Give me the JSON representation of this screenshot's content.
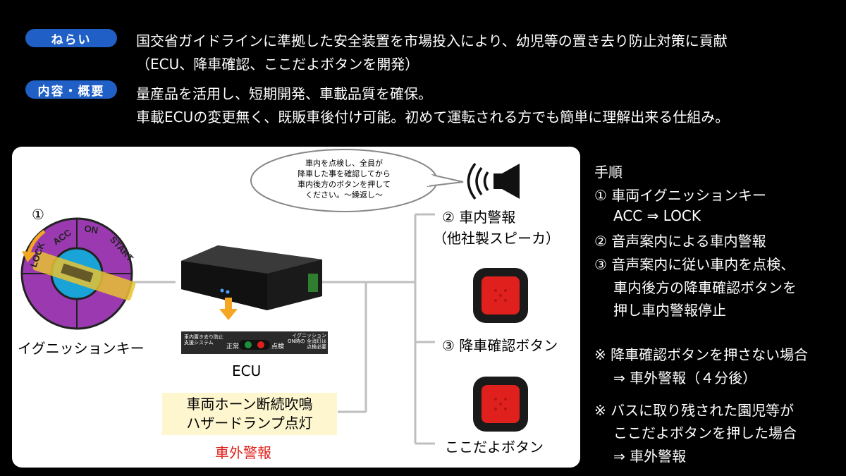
{
  "header": {
    "aim_tag": "ねらい",
    "aim_lines": [
      "国交省ガイドラインに準拠した安全装置を市場投入により、幼児等の置き去り防止対策に貢献",
      "（ECU、降車確認、ここだよボタンを開発）"
    ],
    "content_tag": "内容・概要",
    "content_lines": [
      "量産品を活用し、短期開発、車載品質を確保。",
      "車載ECUの変更無く、既販車後付け可能。初めて運転される方でも簡単に理解出来る仕組み。"
    ]
  },
  "diagram": {
    "step1_marker": "①",
    "key_labels": {
      "lock": "LOCK",
      "acc": "ACC",
      "on": "ON",
      "start": "START"
    },
    "ignition_label": "イグニッションキー",
    "ecu_label": "ECU",
    "ecu_panel": {
      "left_text": "車内置き去り防止 支援システム",
      "normal": "正常",
      "check": "点検",
      "right_text": "イグニッションON時の 全消灯は点検必要"
    },
    "speech_bubble": [
      "車内を点検し、全員が",
      "降車した事を確認してから",
      "車内後方のボタンを押して",
      "ください。～繰返し～"
    ],
    "alarm_label": [
      "② 車内警報",
      "（他社製スピーカ）"
    ],
    "button3_label": "③ 降車確認ボタン",
    "koko_label": "ここだよボタン",
    "horn_box": [
      "車両ホーン断続吹鳴",
      "ハザードランプ点灯"
    ],
    "external_alarm": "車外警報",
    "colors": {
      "accent_blue": "#1f5fc6",
      "alarm_red": "#e0201c",
      "box_yellow": "#fdf6cf",
      "key_purple": "#9b3ab0",
      "key_blue": "#1aa3d6"
    }
  },
  "procedure": {
    "title": "手順",
    "lines": [
      "① 車両イグニッションキー",
      "ACC ⇒ LOCK",
      "② 音声案内による車内警報",
      "③ 音声案内に従い車内を点検、",
      "車内後方の降車確認ボタンを",
      "押し車内警報停止"
    ],
    "note1": [
      "※ 降車確認ボタンを押さない場合",
      "⇒ 車外警報（４分後）"
    ],
    "note2": [
      "※ バスに取り残された園児等が",
      "ここだよボタンを押した場合",
      "⇒ 車外警報"
    ]
  }
}
